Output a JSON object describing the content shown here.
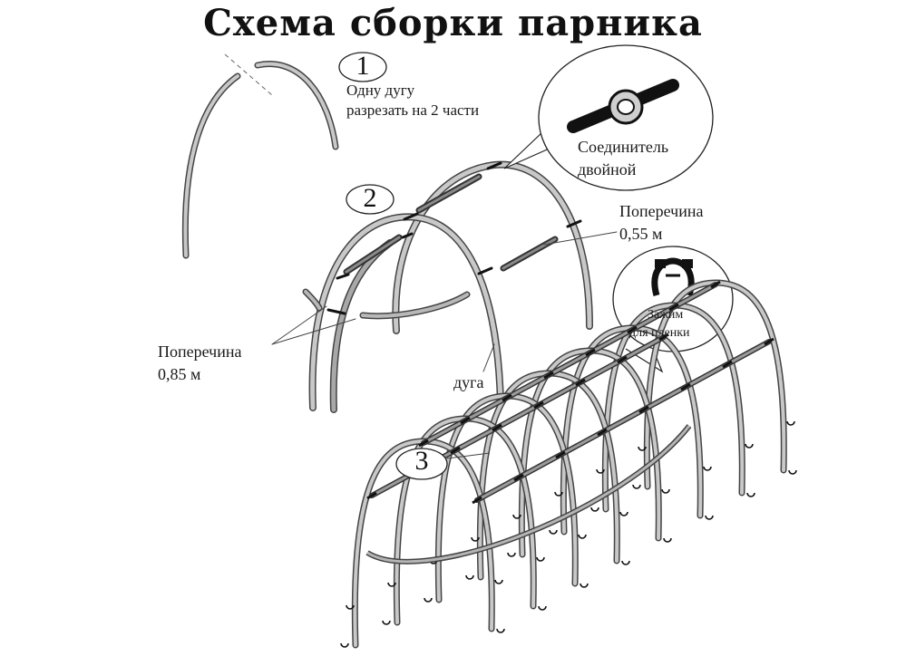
{
  "title": "Схема сборки парника",
  "steps": {
    "one": "1",
    "two": "2",
    "three": "3"
  },
  "labels": {
    "cut_line1": "Одну дугу",
    "cut_line2": "разрезать на 2 части",
    "connector_line1": "Соединитель",
    "connector_line2": "двойной",
    "crossbar_short_line1": "Поперечина",
    "crossbar_short_line2": "0,55 м",
    "crossbar_long_line1": "Поперечина",
    "crossbar_long_line2": "0,85 м",
    "arc": "дуга",
    "clamp_line1": "Зажим",
    "clamp_line2": "для пленки"
  },
  "colors": {
    "pipe_fill": "#c8c8c8",
    "pipe_outline": "#444444",
    "ink": "#111111"
  }
}
